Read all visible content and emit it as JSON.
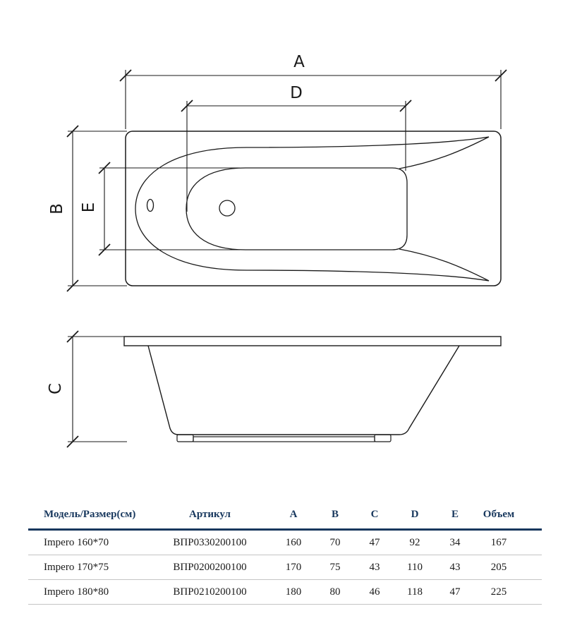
{
  "drawing": {
    "dim_labels": {
      "a": "A",
      "b": "B",
      "c": "C",
      "d": "D",
      "e": "E"
    }
  },
  "table": {
    "headers": [
      "Модель/Размер(см)",
      "Артикул",
      "A",
      "B",
      "C",
      "D",
      "E",
      "Объем"
    ],
    "rows": [
      [
        "Impero 160*70",
        "ВПР0330200100",
        "160",
        "70",
        "47",
        "92",
        "34",
        "167"
      ],
      [
        "Impero 170*75",
        "ВПР0200200100",
        "170",
        "75",
        "43",
        "110",
        "43",
        "205"
      ],
      [
        "Impero 180*80",
        "ВПР0210200100",
        "180",
        "80",
        "46",
        "118",
        "47",
        "225"
      ]
    ]
  },
  "colors": {
    "header_text": "#17375d",
    "header_rule": "#17375d",
    "row_rule": "#c4c4c4",
    "line": "#1a1a1a"
  }
}
